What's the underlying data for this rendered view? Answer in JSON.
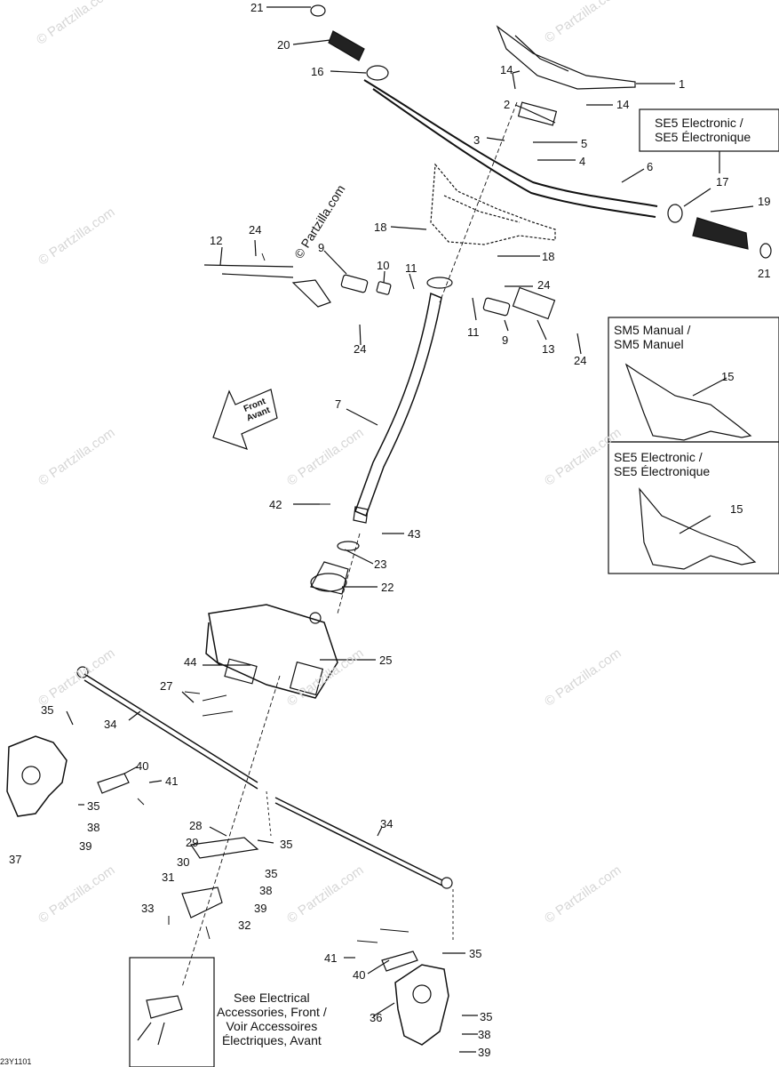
{
  "watermark": "© Partzilla.com",
  "brand_stamp": "© Partzilla.com",
  "front_arrow": {
    "line1": "Front",
    "line2": "Avant"
  },
  "boxes": {
    "top_right": {
      "line1": "SE5 Electronic /",
      "line2": "SE5 Électronique"
    },
    "sm5": {
      "line1": "SM5 Manual /",
      "line2": "SM5 Manuel"
    },
    "se5": {
      "line1": "SE5 Electronic /",
      "line2": "SE5 Électronique"
    },
    "note": {
      "line1": "See Electrical",
      "line2": "Accessories, Front /",
      "line3": "Voir Accessoires",
      "line4": "Électriques, Avant"
    }
  },
  "diagram_code": "23Y1101",
  "callouts": [
    "21",
    "20",
    "16",
    "1",
    "14",
    "2",
    "14",
    "3",
    "5",
    "4",
    "6",
    "17",
    "19",
    "21",
    "18",
    "18",
    "12",
    "24",
    "9",
    "10",
    "11",
    "24",
    "11",
    "9",
    "13",
    "24",
    "24",
    "7",
    "15",
    "15",
    "42",
    "43",
    "23",
    "22",
    "44",
    "25",
    "27",
    "35",
    "34",
    "40",
    "41",
    "35",
    "38",
    "39",
    "37",
    "28",
    "35",
    "29",
    "30",
    "35",
    "31",
    "38",
    "33",
    "39",
    "32",
    "34",
    "35",
    "41",
    "40",
    "35",
    "36",
    "38",
    "39"
  ]
}
